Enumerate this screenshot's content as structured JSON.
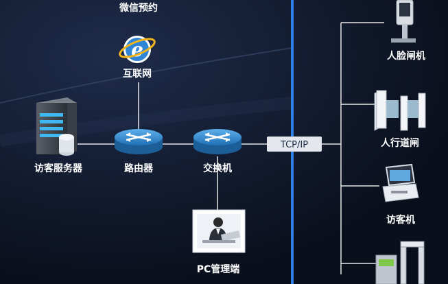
{
  "labels": {
    "wechat": "微信预约",
    "internet": "互联网",
    "server": "访客服务器",
    "router": "路由器",
    "switch": "交换机",
    "pc": "PC管理端",
    "tcp": "TCP/IP",
    "face_gate": "人脸闸机",
    "turnstile": "人行道闸",
    "visitor_kiosk": "访客机"
  },
  "colors": {
    "background": "#0b1120",
    "divider": "#2e7fe6",
    "line": "#e6e6e6",
    "device_blue": "#2f86c9",
    "tcp_box": "#e4e8ee"
  },
  "icons": {
    "internet": "internet-explorer-icon",
    "server": "server-tower-icon",
    "router": "router-icon",
    "switch": "network-switch-icon",
    "pc": "pc-operator-icon",
    "face_gate": "face-gate-icon",
    "turnstile": "turnstile-icon",
    "visitor_kiosk": "visitor-kiosk-icon",
    "metal_detector": "metal-detector-icon"
  }
}
